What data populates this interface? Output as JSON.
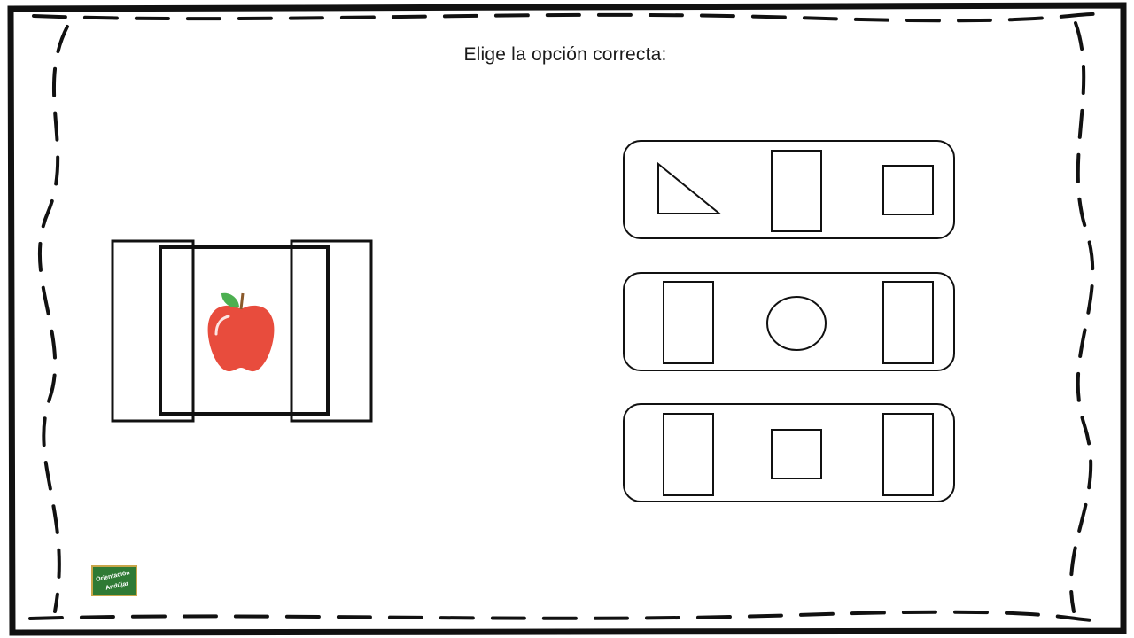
{
  "title": "Elige la opción correcta:",
  "logo": {
    "line1": "Orientación",
    "line2": "Andújar"
  },
  "stimulus": {
    "center_icon": "apple-icon",
    "left_shape": "rectangle",
    "right_shape": "rectangle"
  },
  "options": [
    {
      "shapes": [
        "triangle",
        "rectangle",
        "square"
      ]
    },
    {
      "shapes": [
        "rectangle",
        "circle",
        "rectangle"
      ]
    },
    {
      "shapes": [
        "rectangle",
        "square",
        "rectangle"
      ]
    }
  ],
  "colors": {
    "stroke": "#111111",
    "apple": "#e84c3d",
    "leaf": "#4caf50",
    "logo": "#2f7a34"
  }
}
